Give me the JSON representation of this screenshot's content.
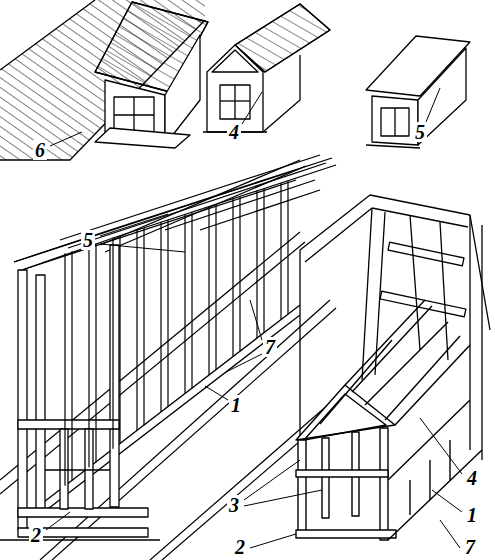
{
  "diagram": {
    "labels": [
      "6",
      "4",
      "5",
      "5",
      "7",
      "1",
      "2",
      "4",
      "1",
      "3",
      "7",
      "2"
    ]
  }
}
